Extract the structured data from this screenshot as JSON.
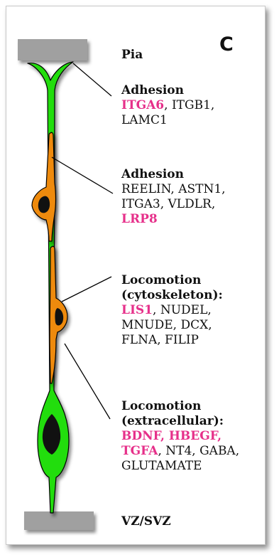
{
  "panel_letter": "C",
  "labels": {
    "pia": "Pia",
    "vz_svz": "VZ/SVZ"
  },
  "groups": [
    {
      "heading": "Adhesion",
      "lines": [
        [
          {
            "t": "ITGA6",
            "hl": true
          },
          {
            "t": ", ITGB1,",
            "hl": false
          }
        ],
        [
          {
            "t": "LAMC1",
            "hl": false
          }
        ]
      ]
    },
    {
      "heading": "Adhesion",
      "lines": [
        [
          {
            "t": "REELIN, ASTN1,",
            "hl": false
          }
        ],
        [
          {
            "t": "ITGA3, VLDLR,",
            "hl": false
          }
        ],
        [
          {
            "t": "LRP8",
            "hl": true
          }
        ]
      ]
    },
    {
      "heading": "Locomotion",
      "heading2": "(cytoskeleton):",
      "lines": [
        [
          {
            "t": "LIS1",
            "hl": true
          },
          {
            "t": ", NUDEL,",
            "hl": false
          }
        ],
        [
          {
            "t": "MNUDE, DCX,",
            "hl": false
          }
        ],
        [
          {
            "t": "FLNA, FILIP",
            "hl": false
          }
        ]
      ]
    },
    {
      "heading": "Locomotion",
      "heading2": "(extracellular):",
      "lines": [
        [
          {
            "t": "BDNF, HBEGF,",
            "hl": true
          }
        ],
        [
          {
            "t": "TGFA",
            "hl": true
          },
          {
            "t": ", NT4, GABA,",
            "hl": false
          }
        ],
        [
          {
            "t": "GLUTAMATE",
            "hl": false
          }
        ]
      ]
    }
  ],
  "colors": {
    "radial_glia": "#22dd11",
    "neuron": "#ee8a11",
    "nucleus": "#111111",
    "surface": "#a0a0a0",
    "highlight": "#e6308a"
  }
}
